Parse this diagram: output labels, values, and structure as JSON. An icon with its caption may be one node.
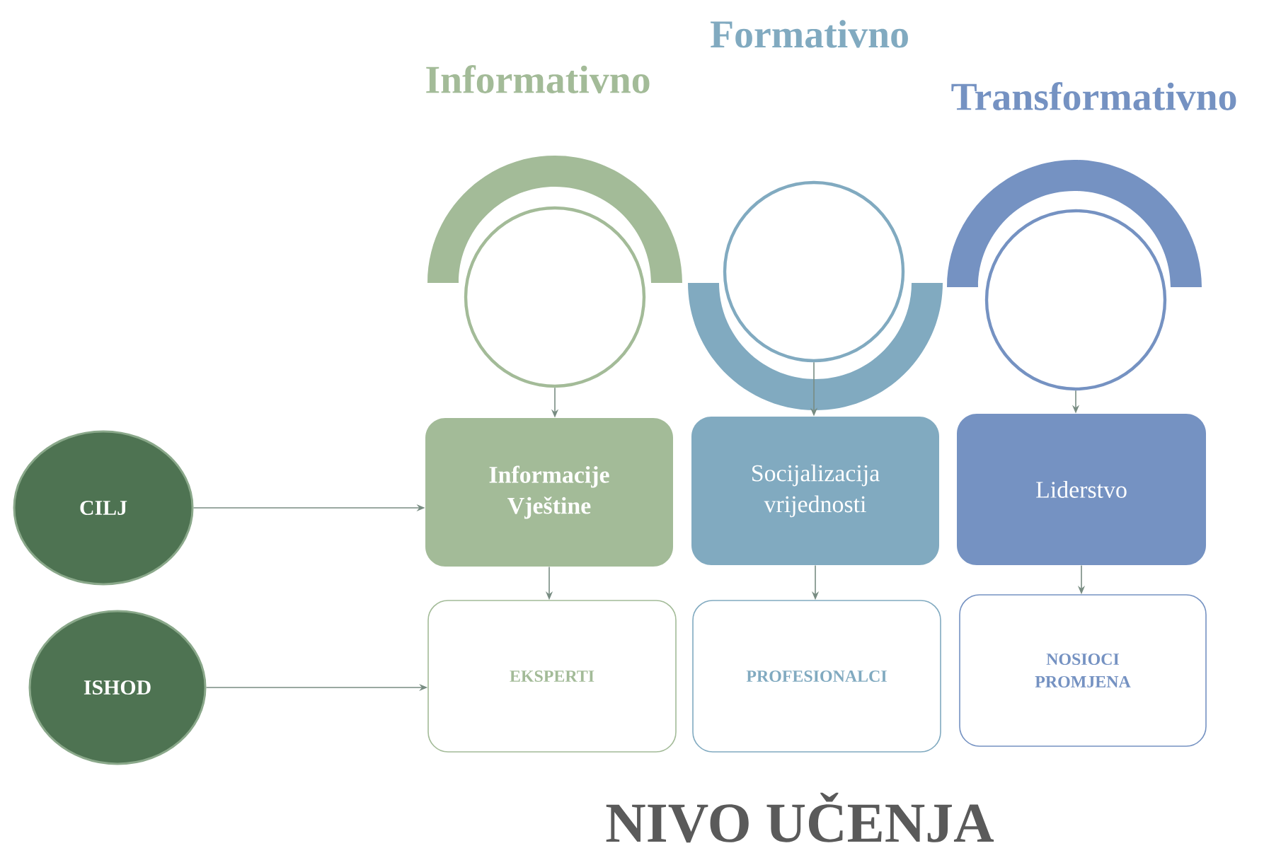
{
  "diagram": {
    "caption": "NIVO UČENJA",
    "nodes": [
      {
        "text": [],
        "shape": "circle"
      },
      {
        "text": [],
        "shape": "circle"
      },
      {
        "text": [],
        "shape": "circle"
      },
      {
        "text": [
          "Informacije Vještine"
        ]
      },
      {
        "text": [
          "Socijalizacija vrijednosti"
        ]
      },
      {
        "text": [
          "Liderstvo"
        ]
      },
      {
        "text": [
          "EKSPERTI"
        ]
      },
      {
        "text": [
          "PROFESIONALCI"
        ]
      },
      {
        "text": [
          "NOSIOCI PROMJENA"
        ]
      },
      {
        "text": [
          "CILJ"
        ]
      },
      {
        "text": [
          "ISHOD"
        ]
      }
    ],
    "edges": [
      {
        "from": 0,
        "to": 3,
        "arrow": "to"
      },
      {
        "from": 1,
        "to": 4,
        "arrow": "to"
      },
      {
        "from": 2,
        "to": 5,
        "arrow": "to"
      },
      {
        "from": 3,
        "to": 6,
        "arrow": "to"
      },
      {
        "from": 4,
        "to": 7,
        "arrow": "to"
      },
      {
        "from": 5,
        "to": 8,
        "arrow": "to"
      },
      {
        "from": 9,
        "to": 3,
        "arrow": "to"
      },
      {
        "from": 10,
        "to": 6,
        "arrow": "to"
      }
    ],
    "labels": [
      "Formativno",
      "Informativno",
      "Transformativno"
    ]
  }
}
